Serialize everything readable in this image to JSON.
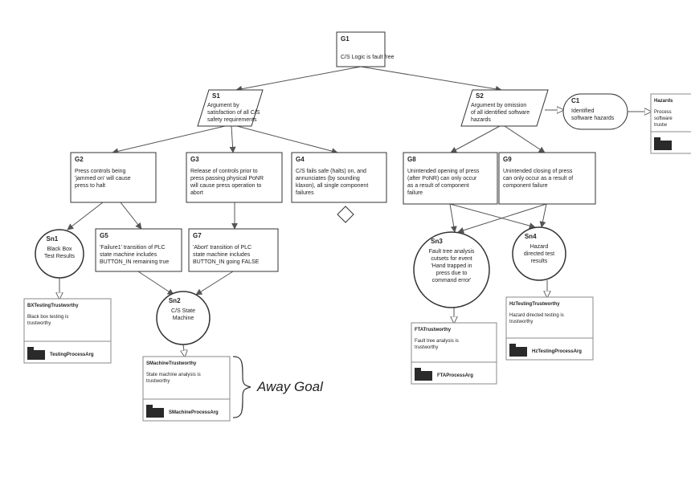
{
  "goals": [
    {
      "id": "G1",
      "lines": [
        "C/S Logic is fault free"
      ]
    },
    {
      "id": "G2",
      "lines": [
        "Press controls being",
        "'jammed on' will cause",
        "press to halt"
      ]
    },
    {
      "id": "G3",
      "lines": [
        "Release of controls prior to",
        "press passing physical PoNR",
        "will cause press operation to",
        "abort"
      ]
    },
    {
      "id": "G4",
      "lines": [
        "C/S fails safe (halts) on, and",
        "annunciates (by sounding",
        "klaxon), all single component",
        "failures"
      ]
    },
    {
      "id": "G5",
      "lines": [
        "'Failure1' transition of PLC",
        "state machine includes",
        "BUTTON_IN remaining true"
      ]
    },
    {
      "id": "G7",
      "lines": [
        "'Abort' transition of PLC",
        "state machine includes",
        "BUTTON_IN going FALSE"
      ]
    },
    {
      "id": "G8",
      "lines": [
        "Unintended opening of press",
        "(after PoNR) can only occur",
        "as a result of component",
        "failure"
      ]
    },
    {
      "id": "G9",
      "lines": [
        "Unintended closing of press",
        "can only occur as a result of",
        "component failure"
      ]
    }
  ],
  "strategies": [
    {
      "id": "S1",
      "lines": [
        "Argument by",
        "satisfaction of all C/S",
        "safety requirements"
      ]
    },
    {
      "id": "S2",
      "lines": [
        "Argument by omission",
        "of all identified software",
        "hazards"
      ]
    }
  ],
  "contexts": [
    {
      "id": "C1",
      "lines": [
        "Identified",
        "software hazards"
      ]
    }
  ],
  "solutions": [
    {
      "id": "Sn1",
      "lines": [
        "Black Box",
        "Test Results"
      ]
    },
    {
      "id": "Sn2",
      "lines": [
        "C/S State",
        "Machine"
      ]
    },
    {
      "id": "Sn3",
      "lines": [
        "Fault tree analysis",
        "cutsets for event",
        "'Hand trapped in",
        "press due to",
        "command error'"
      ]
    },
    {
      "id": "Sn4",
      "lines": [
        "Hazard",
        "directed test",
        "results"
      ]
    }
  ],
  "away_goals": [
    {
      "id": "BXTestingTrustworthy",
      "lines": [
        "Black box testing is",
        "trustworthy"
      ],
      "module": "TestingProcessArg"
    },
    {
      "id": "SMachineTrustworthy",
      "lines": [
        "State machine analysis is",
        "trustworthy"
      ],
      "module": "SMachineProcessArg"
    },
    {
      "id": "FTATrustworthy",
      "lines": [
        "Fault tree analysis is",
        "trustworthy"
      ],
      "module": "FTAProcessArg"
    },
    {
      "id": "HzTestingTrustworthy",
      "lines": [
        "Hazard directed testing is",
        "trustworthy"
      ],
      "module": "HzTestingProcessArg"
    },
    {
      "id": "Hazards",
      "lines": [
        "Process",
        "software",
        "trustw"
      ],
      "module": ""
    }
  ],
  "annotation": {
    "text": "Away Goal"
  },
  "colors": {
    "line": "#555555",
    "border": "#333333",
    "module": "#2a2a2a",
    "background": "#ffffff"
  }
}
